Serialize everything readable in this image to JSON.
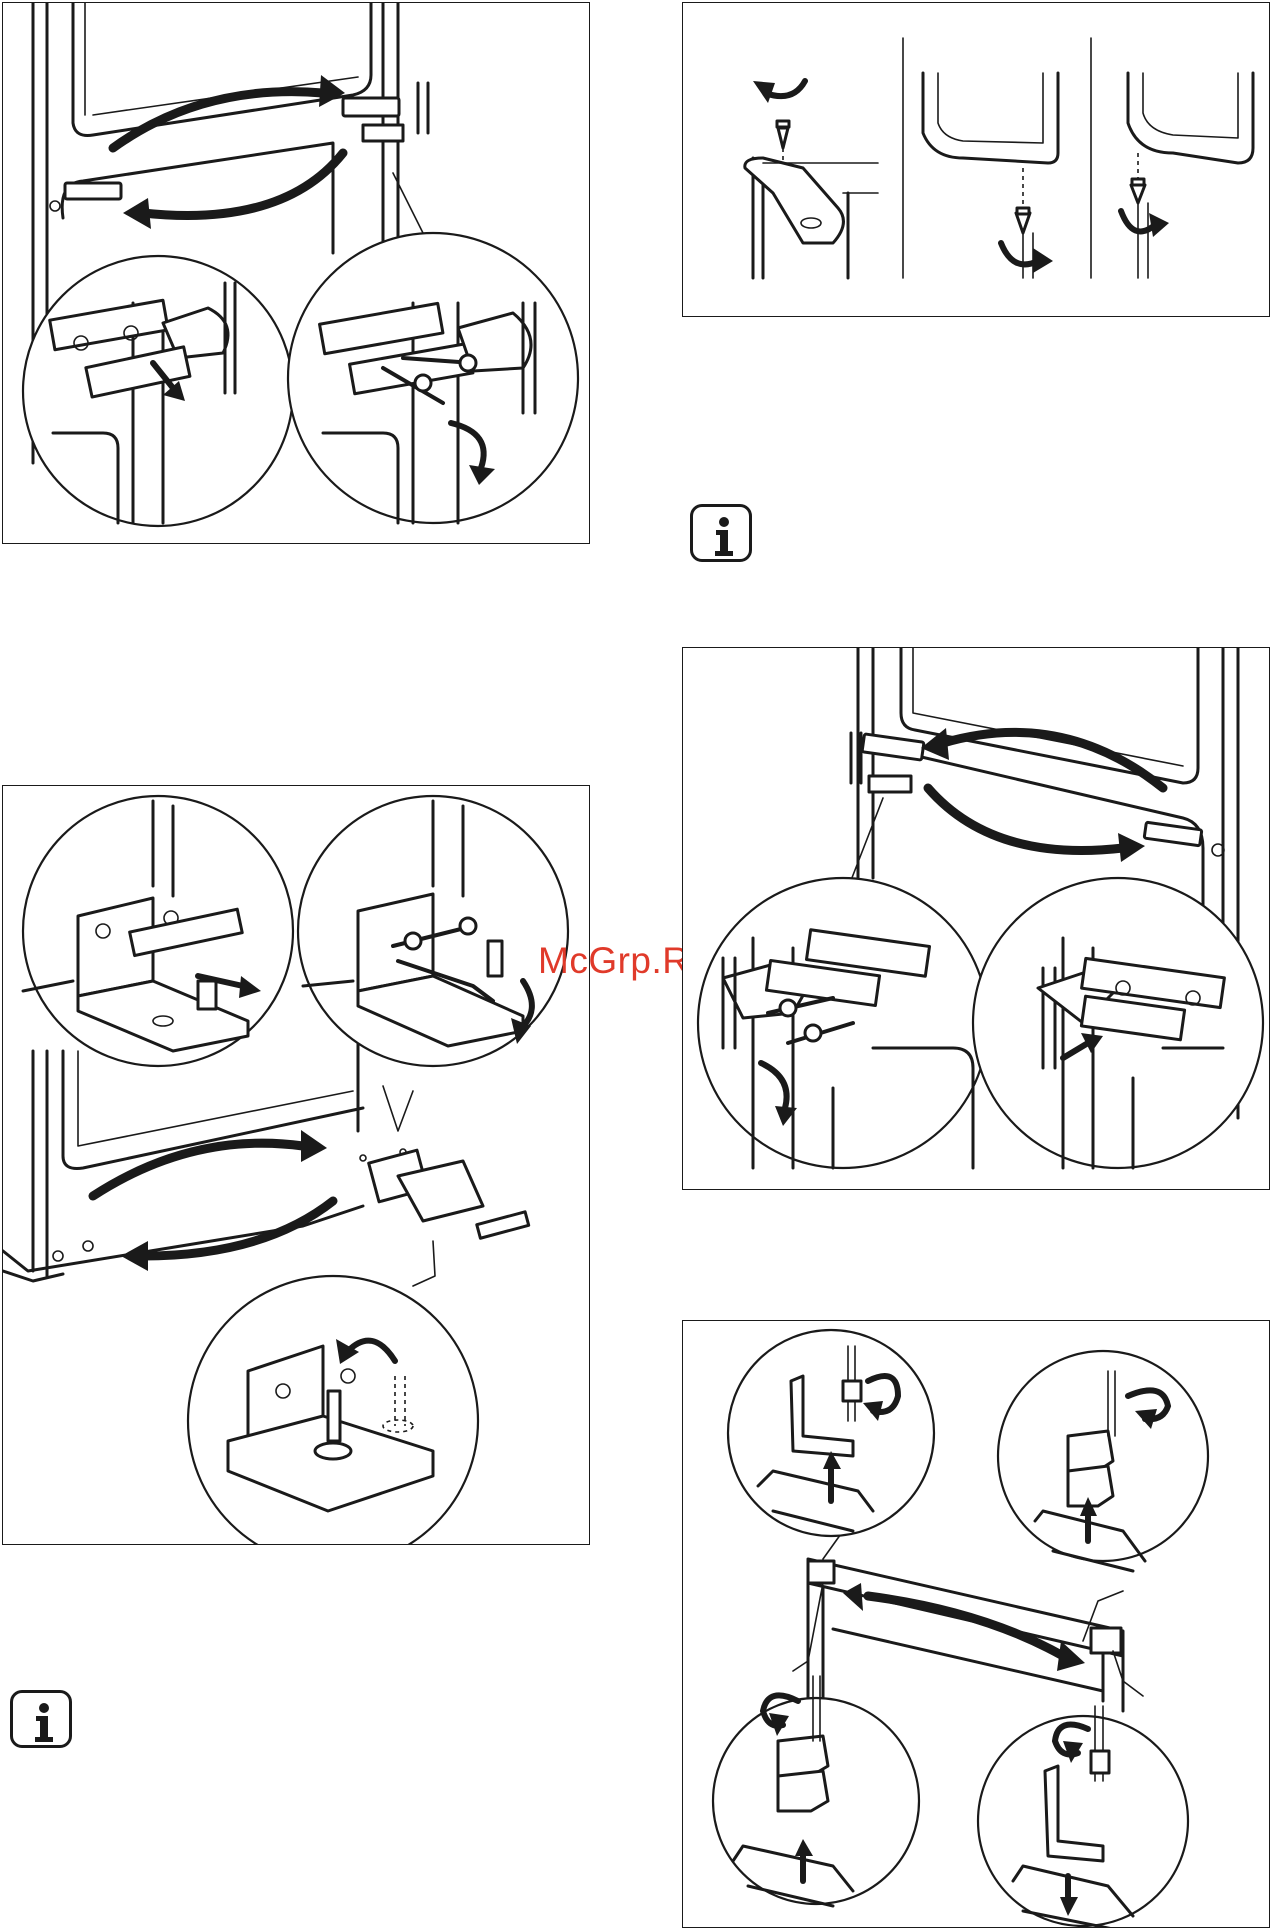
{
  "page": {
    "watermark": "McGrp.Ru"
  },
  "figures": [
    {
      "name": "figure-remove-upper-hinge",
      "icon": "hinge-removal-illustration"
    },
    {
      "name": "figure-cover-caps-screws",
      "icon": "screw-cover-illustration"
    },
    {
      "name": "figure-lower-hinge-swap",
      "icon": "lower-hinge-illustration"
    },
    {
      "name": "figure-refit-upper-hinge",
      "icon": "hinge-refit-illustration"
    },
    {
      "name": "figure-bottom-cover-swap",
      "icon": "bottom-cover-illustration"
    }
  ],
  "notes": [
    {
      "icon": "info-icon"
    },
    {
      "icon": "info-icon"
    }
  ]
}
